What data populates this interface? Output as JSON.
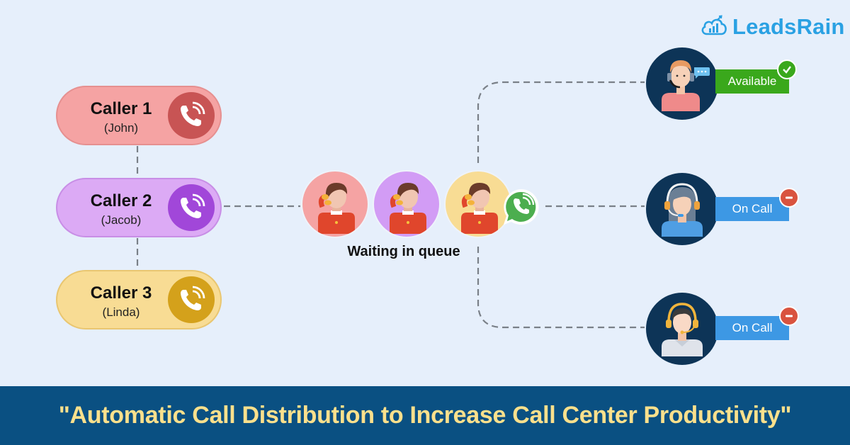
{
  "brand": {
    "logo_text": "LeadsRain",
    "logo_icon": "cloud-chart-icon",
    "color": "#2aa1e3"
  },
  "callers": [
    {
      "label": "Caller 1",
      "name": "(John)",
      "icon": "phone-ringing-icon",
      "pill_color": "#f5a3a3",
      "border_color": "#e69090",
      "icon_bg": "#c85454"
    },
    {
      "label": "Caller 2",
      "name": "(Jacob)",
      "icon": "phone-ringing-icon",
      "pill_color": "#dcaaf5",
      "border_color": "#c88ee6",
      "icon_bg": "#a147d9"
    },
    {
      "label": "Caller 3",
      "name": "(Linda)",
      "icon": "phone-ringing-icon",
      "pill_color": "#f8dc94",
      "border_color": "#e9c670",
      "icon_bg": "#d4a11b"
    }
  ],
  "queue": {
    "label": "Waiting in queue",
    "avatars": [
      {
        "bg": "#f5a3a3",
        "icon": "person-on-phone-icon"
      },
      {
        "bg": "#d29cf5",
        "icon": "person-on-phone-icon"
      },
      {
        "bg": "#f8dc94",
        "icon": "person-on-phone-icon"
      }
    ],
    "routing_icon": "chat-phone-bubble-icon",
    "routing_color": "#4cae4f"
  },
  "agents": [
    {
      "status": "Available",
      "status_color": "#3aa81c",
      "badge": "check",
      "badge_color": "#3aa81c",
      "avatar": "male-agent-headset-icon"
    },
    {
      "status": "On Call",
      "status_color": "#3d98e4",
      "badge": "minus",
      "badge_color": "#d9533f",
      "avatar": "female-agent-headset-icon"
    },
    {
      "status": "On Call",
      "status_color": "#3d98e4",
      "badge": "minus",
      "badge_color": "#d9533f",
      "avatar": "male-agent-headset-icon"
    }
  ],
  "banner": {
    "text": "\"Automatic Call Distribution to Increase Call Center Productivity\"",
    "bg": "#0a5082",
    "text_color": "#fbe08c"
  },
  "colors": {
    "background": "#e6effb",
    "connector": "#7a8088"
  }
}
